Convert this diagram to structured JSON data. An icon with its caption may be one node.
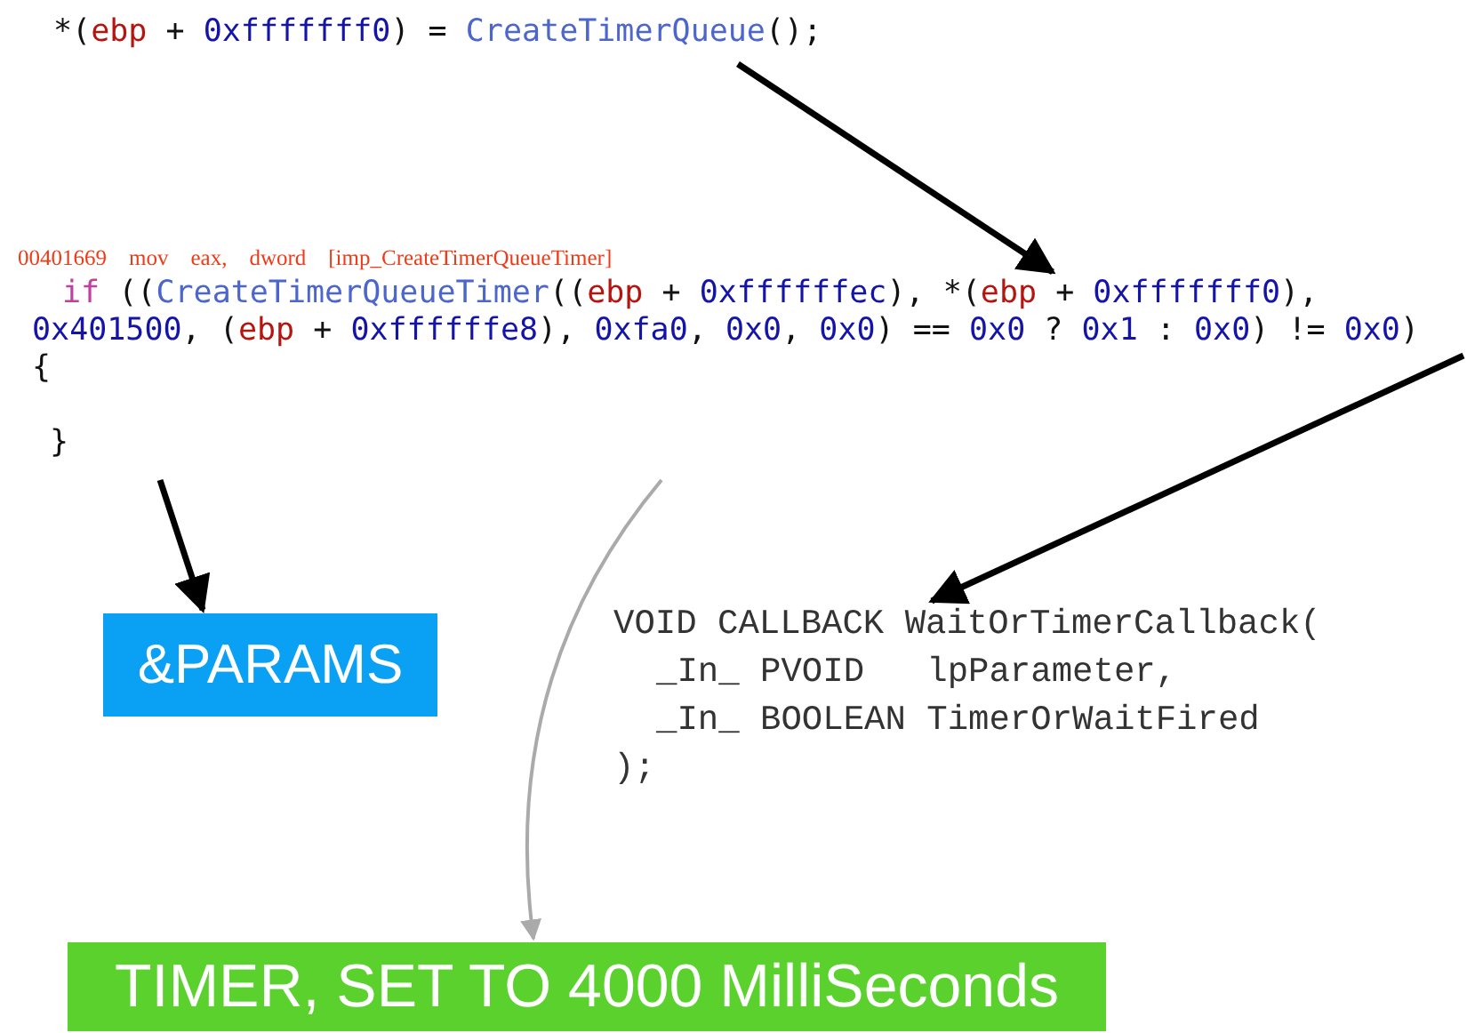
{
  "diagram": {
    "nodes": [
      {
        "text": [
          "*(ebp + 0xfffffff0) = CreateTimerQueue();"
        ]
      },
      {
        "text": [
          "if ((CreateTimerQueueTimer((ebp + 0xffffffec), *(ebp + 0xfffffff0), 0x401500, (ebp + 0xffffffe8), 0xfa0, 0x0, 0x0) == 0x0 ? 0x1 : 0x0) != 0x0)",
          "{",
          "}"
        ]
      },
      {
        "text": [
          "&PARAMS"
        ]
      },
      {
        "text": [
          "VOID CALLBACK WaitOrTimerCallback(",
          "_In_ PVOID   lpParameter,",
          "_In_ BOOLEAN TimerOrWaitFired",
          ");"
        ]
      },
      {
        "text": [
          "TIMER, SET TO 4000 MilliSeconds"
        ]
      }
    ],
    "edges": [
      {
        "from": 0,
        "to": 1,
        "arrow": "to"
      },
      {
        "from": 1,
        "to": 2,
        "arrow": "to"
      },
      {
        "from": 1,
        "to": 3,
        "arrow": "to"
      },
      {
        "from": 1,
        "to": 4,
        "arrow": "to",
        "color": "#aaaaaa"
      }
    ],
    "labels": [
      "00401669 mov eax, dword [imp_CreateTimerQueueTimer]"
    ]
  }
}
